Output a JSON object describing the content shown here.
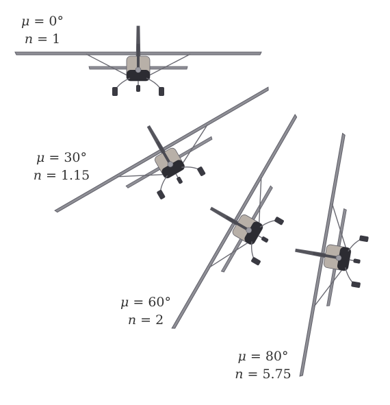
{
  "symbols": {
    "bank": "μ",
    "load": "n"
  },
  "planes": [
    {
      "id": "level",
      "bank_angle": "0°",
      "load_factor": "1",
      "bank_deg": 0
    },
    {
      "id": "bank-30",
      "bank_angle": "30°",
      "load_factor": "1.15",
      "bank_deg": 30
    },
    {
      "id": "bank-60",
      "bank_angle": "60°",
      "load_factor": "2",
      "bank_deg": 60
    },
    {
      "id": "bank-80",
      "bank_angle": "80°",
      "load_factor": "5.75",
      "bank_deg": 80
    }
  ],
  "colors": {
    "wing": "#8f8f96",
    "wing_edge": "#5d5d66",
    "strut": "#6a6a72",
    "fuselage": "#55555c",
    "cowl_light": "#b8b0a8",
    "cowl_dark": "#2c2c32",
    "wheel": "#3a3a42",
    "prop": "#4a4a52",
    "text": "#333333"
  }
}
